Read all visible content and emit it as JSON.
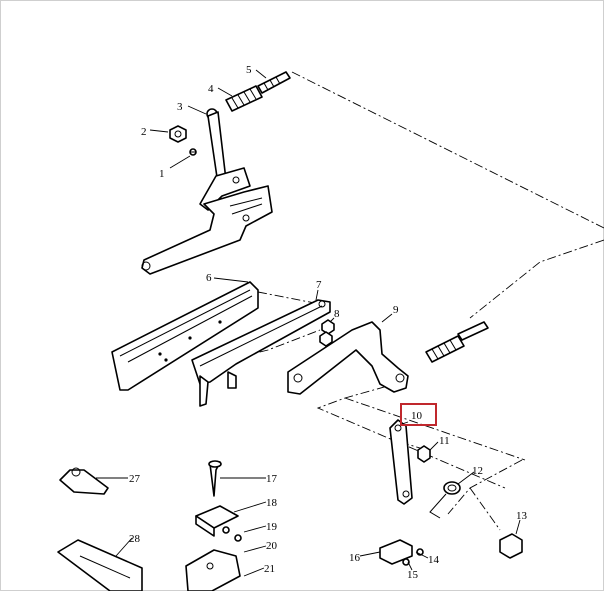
{
  "diagram": {
    "callouts": [
      {
        "id": "c1",
        "text": "1"
      },
      {
        "id": "c2",
        "text": "2"
      },
      {
        "id": "c3",
        "text": "3"
      },
      {
        "id": "c4",
        "text": "4"
      },
      {
        "id": "c5",
        "text": "5"
      },
      {
        "id": "c6",
        "text": "6"
      },
      {
        "id": "c7",
        "text": "7"
      },
      {
        "id": "c8",
        "text": "8"
      },
      {
        "id": "c9",
        "text": "9"
      },
      {
        "id": "c10",
        "text": "10"
      },
      {
        "id": "c11",
        "text": "11"
      },
      {
        "id": "c12",
        "text": "12"
      },
      {
        "id": "c13",
        "text": "13"
      },
      {
        "id": "c14",
        "text": "14"
      },
      {
        "id": "c15",
        "text": "15"
      },
      {
        "id": "c16",
        "text": "16"
      },
      {
        "id": "c17",
        "text": "17"
      },
      {
        "id": "c18",
        "text": "18"
      },
      {
        "id": "c19",
        "text": "19"
      },
      {
        "id": "c20",
        "text": "20"
      },
      {
        "id": "c21",
        "text": "21"
      },
      {
        "id": "c27",
        "text": "27"
      },
      {
        "id": "c28",
        "text": "28"
      }
    ],
    "highlight": {
      "callout": "10",
      "color": "#c0282d"
    },
    "line_color": "#000000",
    "background": "#ffffff"
  }
}
